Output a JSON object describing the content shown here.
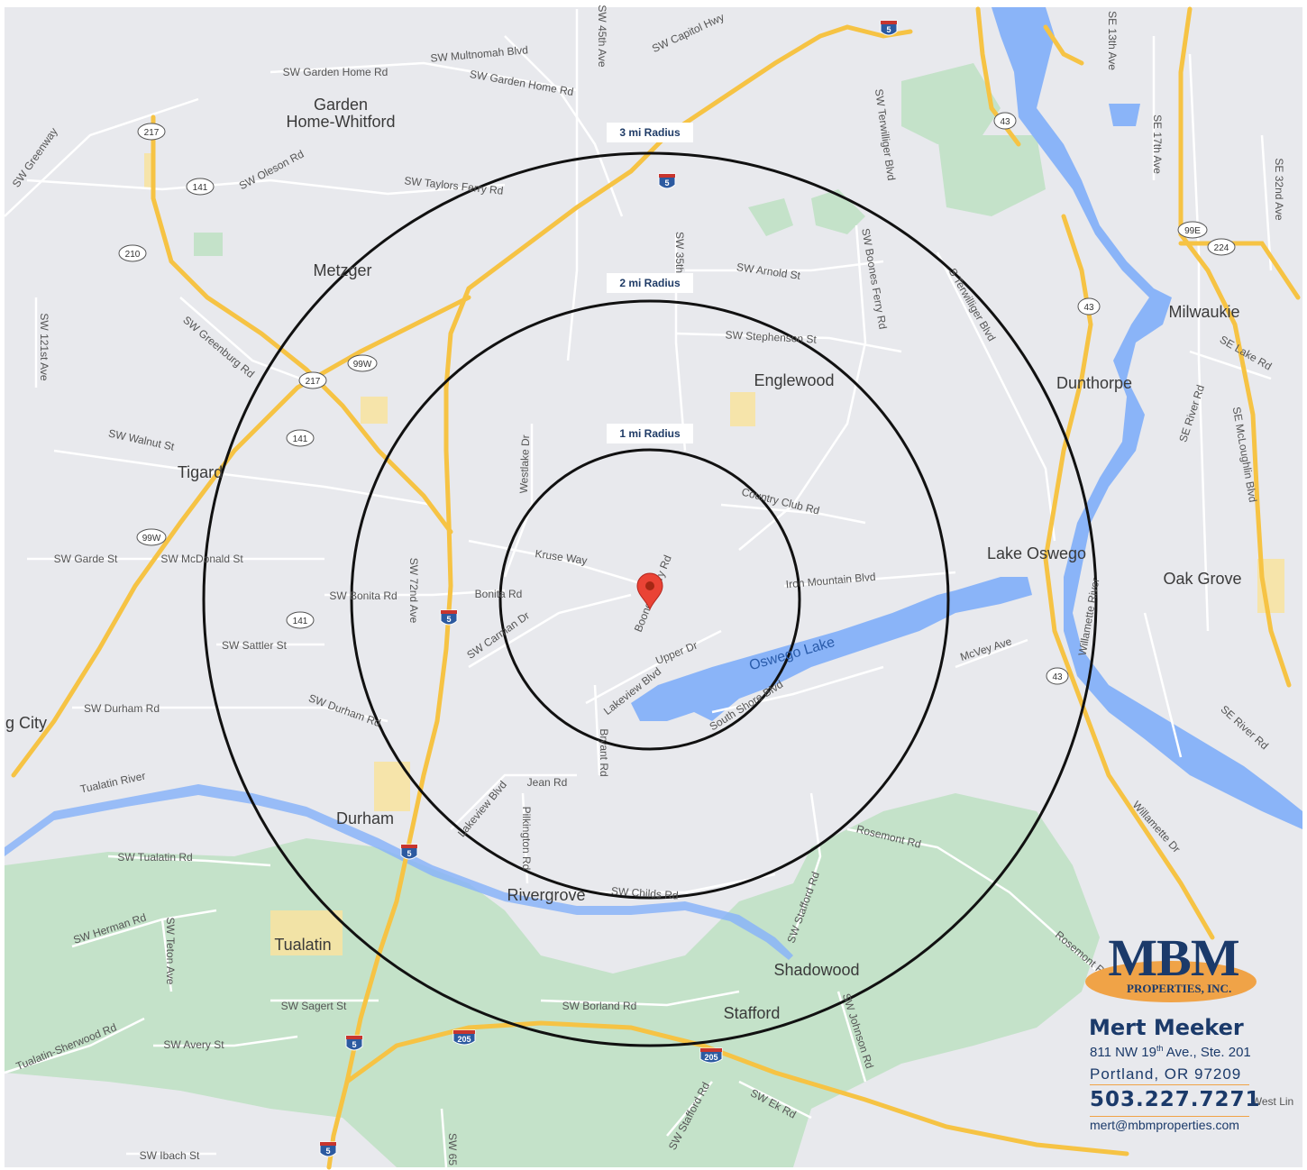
{
  "map": {
    "radius_labels": [
      "3 mi Radius",
      "2 mi Radius",
      "1 mi Radius"
    ],
    "places": [
      "Garden",
      "Home-Whitford",
      "Metzger",
      "Tigard",
      "g City",
      "Durham",
      "Tualatin",
      "Englewood",
      "Dunthorpe",
      "Milwaukie",
      "Lake Oswego",
      "Oak Grove",
      "Rivergrove",
      "Shadowood",
      "Stafford",
      "Oswego Lake"
    ],
    "roads": [
      "SW Multnomah Blvd",
      "SW Garden Home Rd",
      "SW Garden Home Rd",
      "SW Capitol Hwy",
      "SW 45th Ave",
      "SW Taylors Ferry Rd",
      "SW Oleson Rd",
      "SW Greenway",
      "SW Terwilliger Blvd",
      "SE 13th Ave",
      "SE 17th Ave",
      "SE 32nd Ave",
      "SW 35th",
      "SW Arnold St",
      "SW Boones Ferry Rd",
      "S Terwilliger Blvd",
      "SW Stephenson St",
      "SW 121st Ave",
      "SW Greenburg Rd",
      "SW Walnut St",
      "Westlake Dr",
      "Kruse Way",
      "Country Club Rd",
      "SE Lake Rd",
      "SE River Rd",
      "SE McLoughlin Blvd",
      "SW Garde St",
      "SW McDonald St",
      "SW Bonita Rd",
      "SW 72nd Ave",
      "Bonita Rd",
      "Boones Ferry Rd",
      "Iron Mountain Blvd",
      "SW Carman Dr",
      "SW Sattler St",
      "Upper Dr",
      "Lakeview Blvd",
      "McVey Ave",
      "Willamette River",
      "SW Durham Rd",
      "SW Durham Rd",
      "South Shore Blvd",
      "SE River Rd",
      "Tualatin River",
      "Bryant Rd",
      "Jean Rd",
      "Lakeview Blvd",
      "Willamette Dr",
      "SW Tualatin Rd",
      "Pilkington Rd",
      "Rosemont Rd",
      "SW Childs Rd",
      "SW Stafford Rd",
      "SW Herman Rd",
      "SW Teton Ave",
      "Rosemont Rd",
      "SW Sagert St",
      "SW Borland Rd",
      "SW Johnson Rd",
      "Tualatin-Sherwood Rd",
      "SW Avery St",
      "SW Stafford Rd",
      "SW Ek Rd",
      "SW Ibach St",
      "SW 65",
      "West Lin"
    ],
    "shields": {
      "state": [
        "217",
        "141",
        "210",
        "99W",
        "217",
        "141",
        "99W",
        "141",
        "43",
        "43",
        "43",
        "99E",
        "224"
      ],
      "interstate": [
        "5",
        "5",
        "5",
        "5",
        "5",
        "5",
        "205",
        "205"
      ]
    },
    "colors": {
      "land": "#e8e9ed",
      "water": "#8ab4f8",
      "park": "#c4e2c9",
      "highway": "#f6c344",
      "road": "#ffffff",
      "marker": "#ea4335",
      "interstate": "#2c5aa0"
    }
  },
  "brand": {
    "logo": "MBM",
    "logo_sub": "PROPERTIES, INC.",
    "name": "Mert Meeker",
    "address_pre": "811 NW 19",
    "address_sup": "th",
    "address_post": " Ave., Ste. 201",
    "city": "Portland, OR 97209",
    "phone": "503.227.7271",
    "email": "mert@mbmproperties.com"
  }
}
